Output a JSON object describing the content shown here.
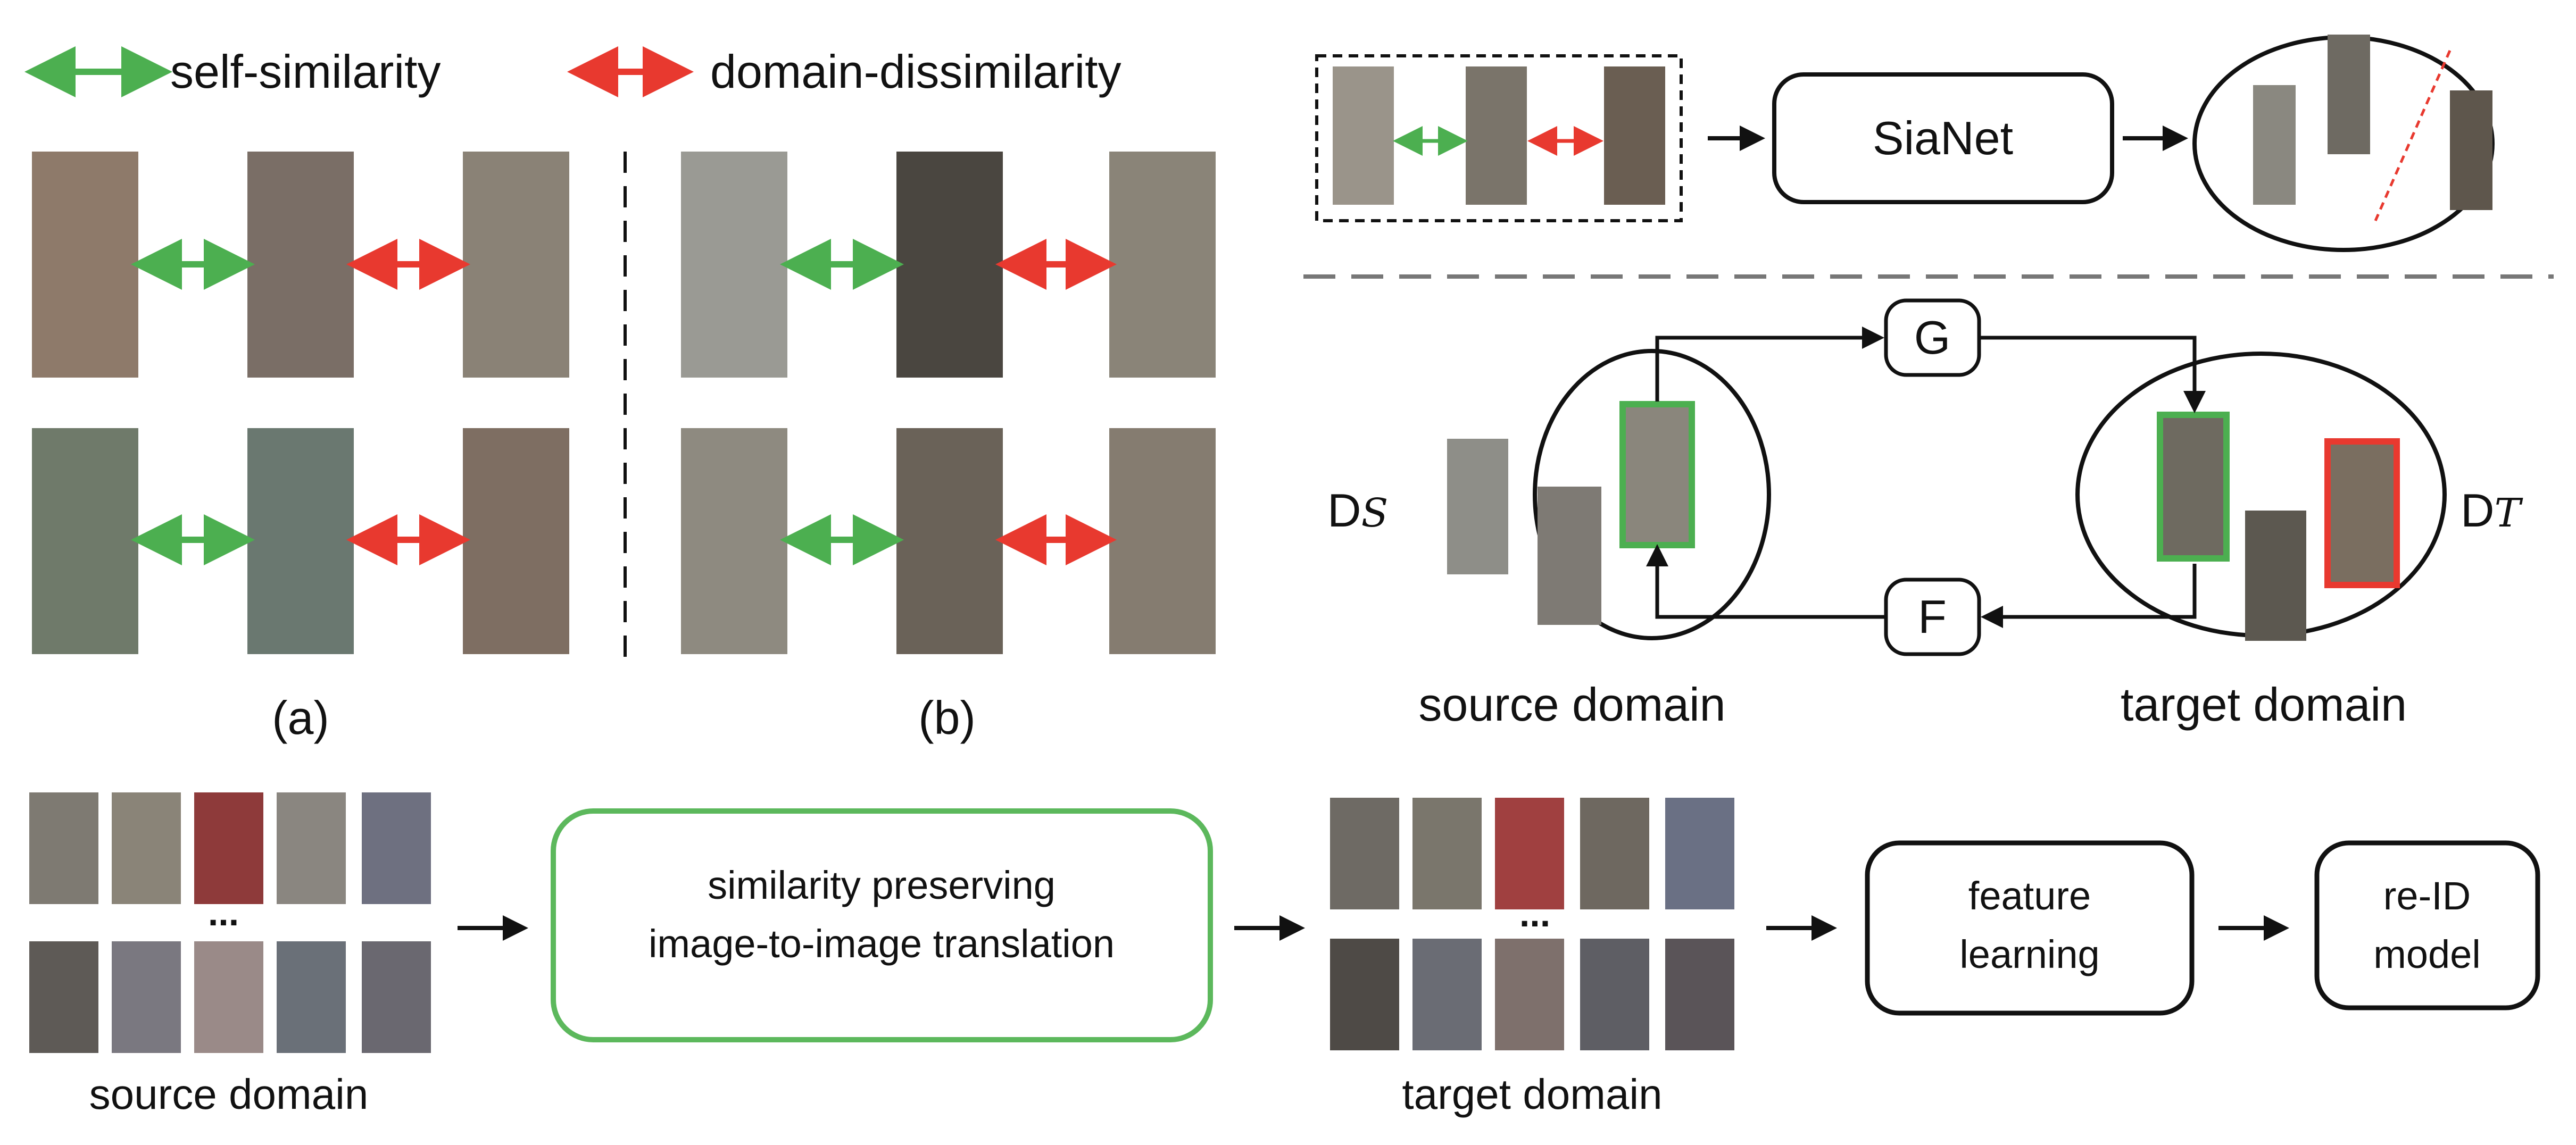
{
  "legend": {
    "self_similarity": "self-similarity",
    "domain_dissimilarity": "domain-dissimilarity"
  },
  "panel_labels": {
    "a": "(a)",
    "b": "(b)"
  },
  "top_right": {
    "sianet_label": "SiaNet"
  },
  "middle_right": {
    "g_label": "G",
    "f_label": "F",
    "ds_main": "D",
    "ds_sub": "S",
    "dt_main": "D",
    "dt_sub": "T",
    "source_domain": "source domain",
    "target_domain": "target domain"
  },
  "bottom": {
    "translation_line1": "similarity preserving",
    "translation_line2": "image-to-image translation",
    "feature_line1": "feature",
    "feature_line2": "learning",
    "reid_line1": "re-ID",
    "reid_line2": "model",
    "source_domain": "source domain",
    "target_domain": "target domain",
    "ellipsis": "..."
  },
  "colors": {
    "green": "#4caf50",
    "red": "#e8392f",
    "box_green": "#5cb85c",
    "black": "#111111",
    "gray_dash": "#777777"
  }
}
